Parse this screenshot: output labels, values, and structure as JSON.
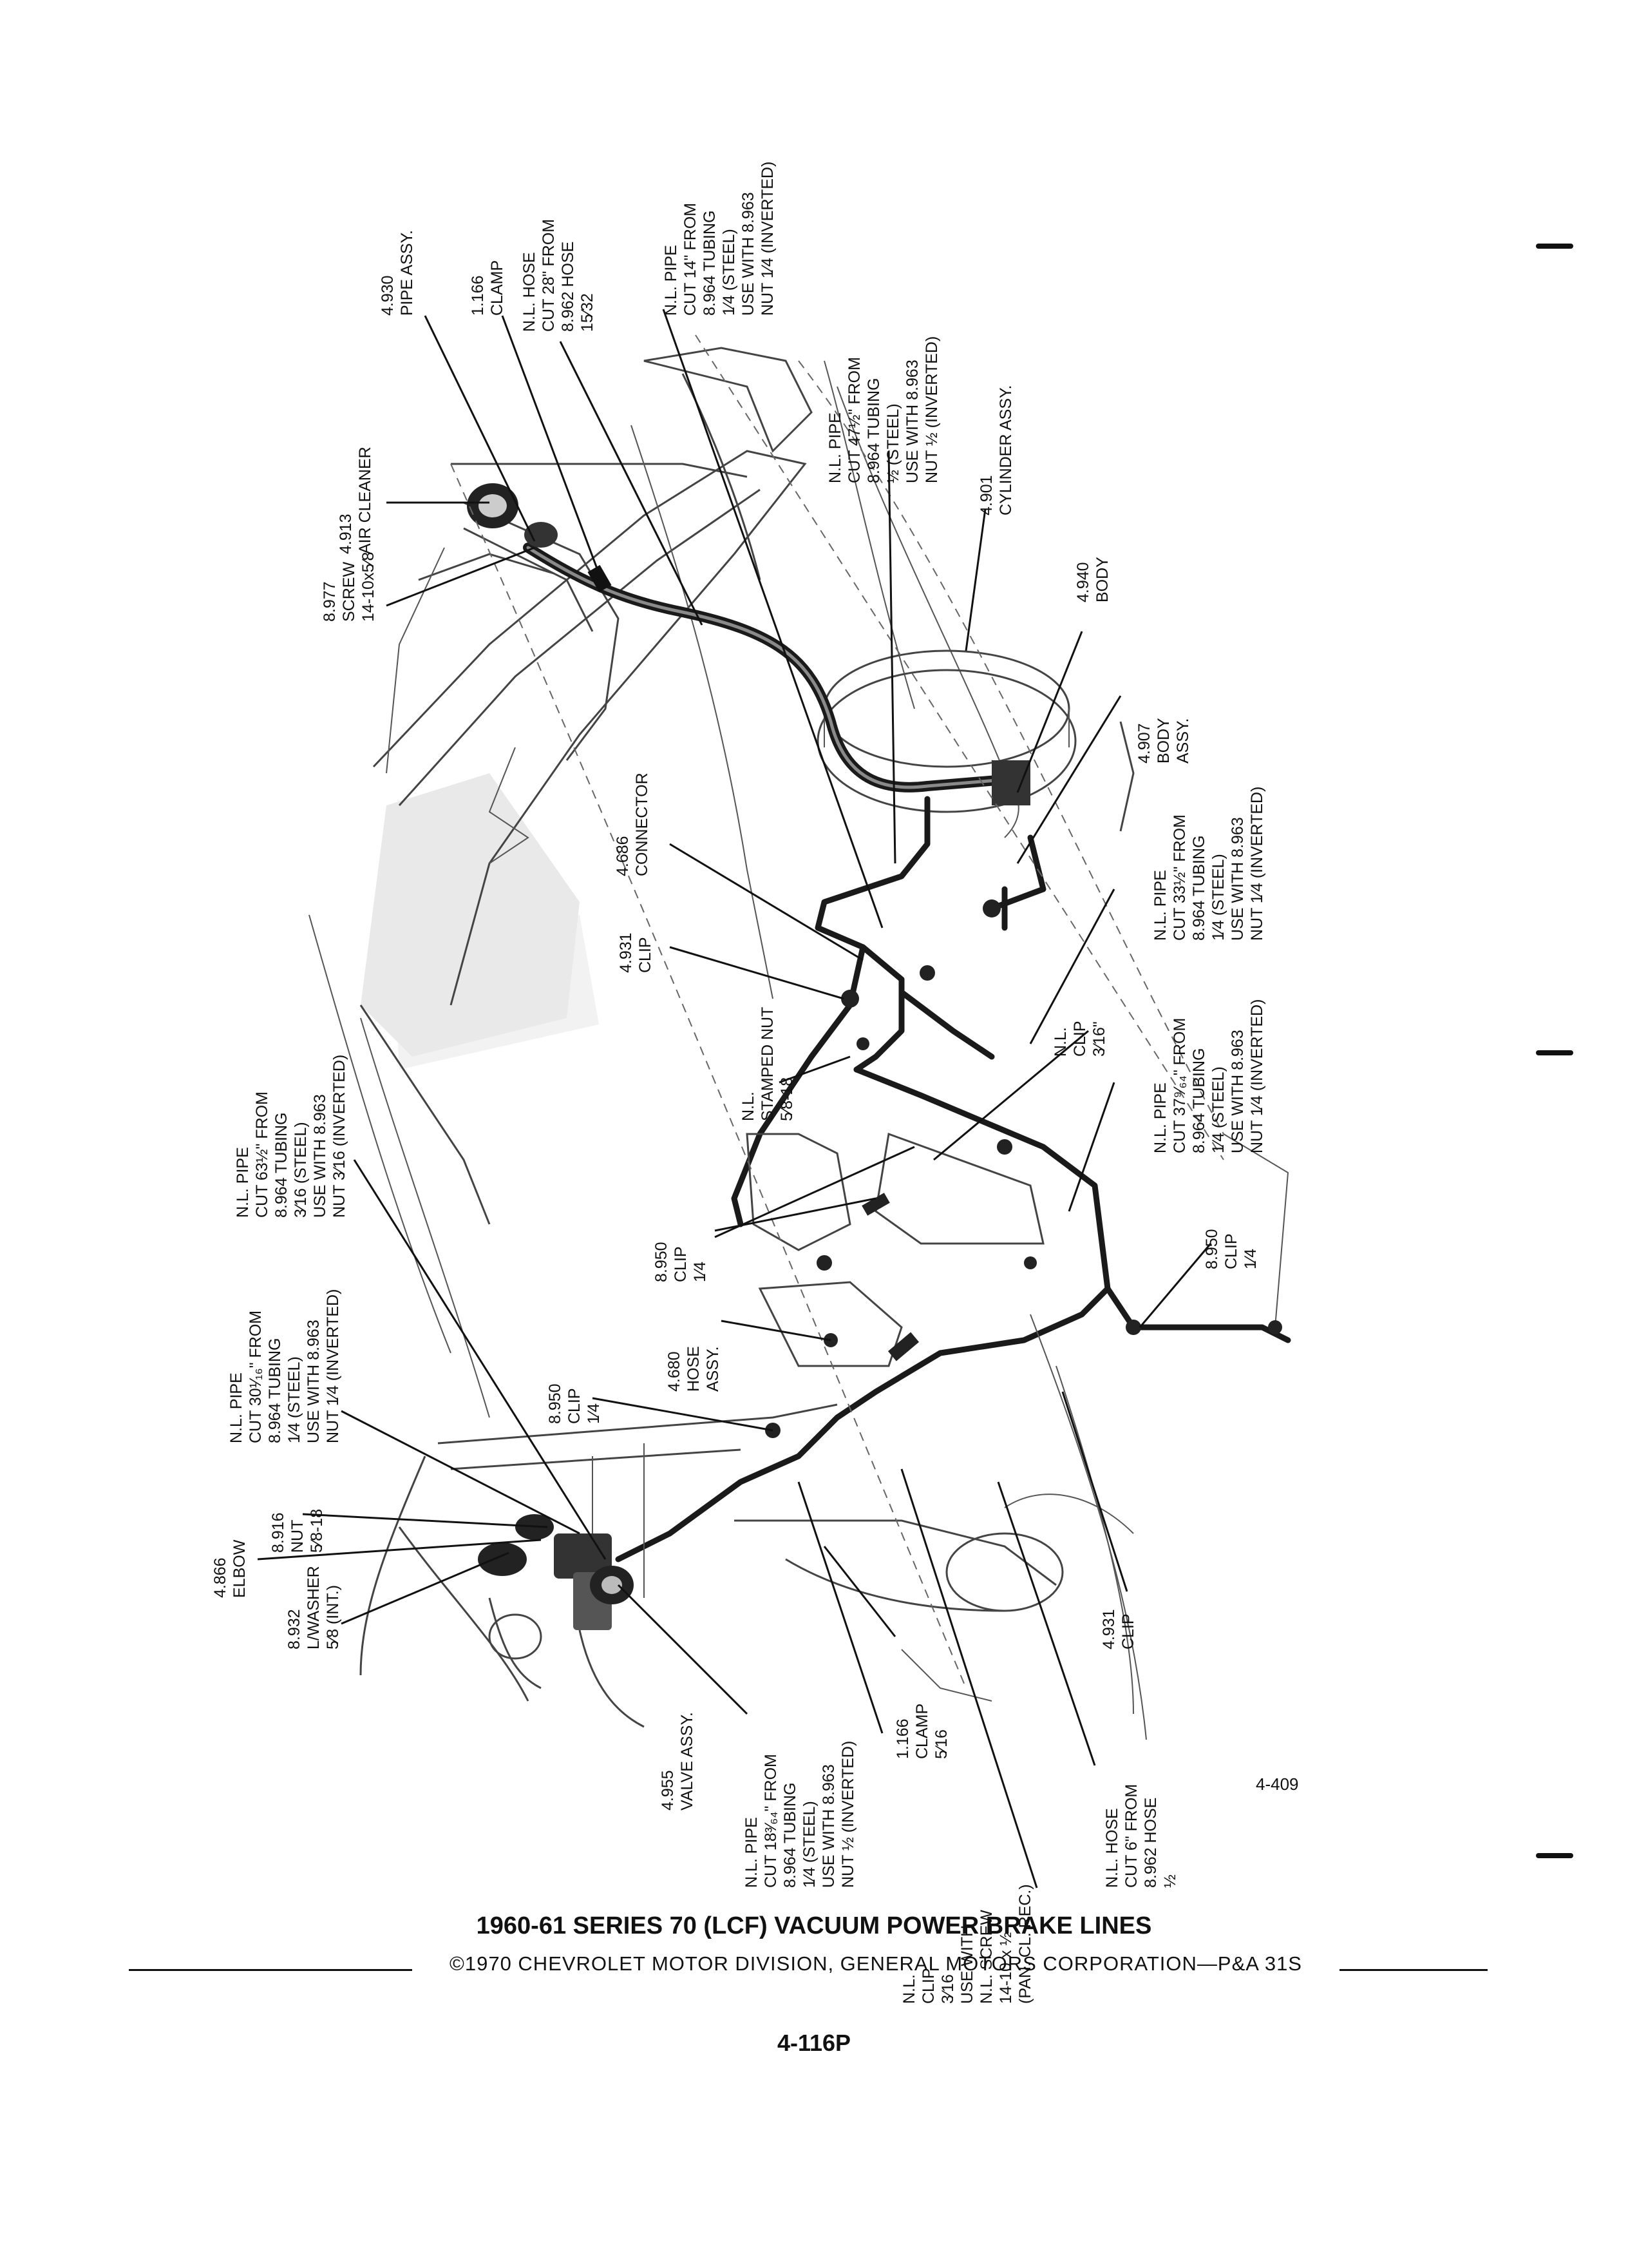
{
  "figure": {
    "title": "1960-61 SERIES 70 (LCF) VACUUM POWER BRAKE LINES",
    "copyright": "©1970 CHEVROLET MOTOR DIVISION, GENERAL MOTORS CORPORATION—P&A 31S",
    "page_number": "4-116P",
    "figure_ref": "4-409"
  },
  "callouts": [
    {
      "id": "pipe-assy",
      "lines": [
        "4.930",
        "PIPE ASSY."
      ]
    },
    {
      "id": "clamp-top",
      "lines": [
        "1.166",
        "CLAMP"
      ]
    },
    {
      "id": "hose-28",
      "lines": [
        "N.L. HOSE",
        "CUT 28\" FROM",
        "8.962 HOSE",
        "15⁄32"
      ]
    },
    {
      "id": "pipe-14",
      "lines": [
        "N.L. PIPE",
        "CUT 14\" FROM",
        "8.964 TUBING",
        "1⁄4 (STEEL)",
        "USE WITH 8.963",
        "NUT 1⁄4 (INVERTED)"
      ]
    },
    {
      "id": "air-cleaner",
      "lines": [
        "4.913",
        "AIR CLEANER"
      ]
    },
    {
      "id": "screw-top",
      "lines": [
        "8.977",
        "SCREW",
        "14-10x5⁄8"
      ]
    },
    {
      "id": "pipe-47",
      "lines": [
        "N.L. PIPE",
        "CUT 47½\" FROM",
        "8.964 TUBING",
        "½ (STEEL)",
        "USE WITH 8.963",
        "NUT ½ (INVERTED)"
      ]
    },
    {
      "id": "cylinder-assy",
      "lines": [
        "4.901",
        "CYLINDER ASSY."
      ]
    },
    {
      "id": "body-4940",
      "lines": [
        "4.940",
        "BODY"
      ]
    },
    {
      "id": "body-assy",
      "lines": [
        "4.907",
        "BODY",
        "ASSY."
      ]
    },
    {
      "id": "connector",
      "lines": [
        "4.686",
        "CONNECTOR"
      ]
    },
    {
      "id": "clip-4931-top",
      "lines": [
        "4.931",
        "CLIP"
      ]
    },
    {
      "id": "pipe-33",
      "lines": [
        "N.L. PIPE",
        "CUT 33½\" FROM",
        "8.964 TUBING",
        "1⁄4 (STEEL)",
        "USE WITH 8.963",
        "NUT 1⁄4 (INVERTED)"
      ]
    },
    {
      "id": "clip-316",
      "lines": [
        "N.L.",
        "CLIP",
        "3⁄16\""
      ]
    },
    {
      "id": "stamped-nut",
      "lines": [
        "N.L.",
        "STAMPED NUT",
        "5⁄8-18"
      ]
    },
    {
      "id": "pipe-63",
      "lines": [
        "N.L. PIPE",
        "CUT 63½\" FROM",
        "8.964 TUBING",
        "3⁄16 (STEEL)",
        "USE WITH 8.963",
        "NUT 3⁄16 (INVERTED)"
      ]
    },
    {
      "id": "clip-8950-a",
      "lines": [
        "8.950",
        "CLIP",
        "1⁄4"
      ]
    },
    {
      "id": "pipe-37",
      "lines": [
        "N.L. PIPE",
        "CUT 37⁹⁄₆₄\" FROM",
        "8.964 TUBING",
        "1⁄4 (STEEL)",
        "USE WITH 8.963",
        "NUT 1⁄4 (INVERTED)"
      ]
    },
    {
      "id": "clip-8950-b",
      "lines": [
        "8.950",
        "CLIP",
        "1⁄4"
      ]
    },
    {
      "id": "pipe-30",
      "lines": [
        "N.L. PIPE",
        "CUT 30¹⁄₁₆\" FROM",
        "8.964 TUBING",
        "1⁄4 (STEEL)",
        "USE WITH 8.963",
        "NUT 1⁄4 (INVERTED)"
      ]
    },
    {
      "id": "clip-8950-c",
      "lines": [
        "8.950",
        "CLIP",
        "1⁄4"
      ]
    },
    {
      "id": "hose-assy",
      "lines": [
        "4.680",
        "HOSE",
        "ASSY."
      ]
    },
    {
      "id": "nut-8916",
      "lines": [
        "8.916",
        "NUT",
        "5⁄8-18"
      ]
    },
    {
      "id": "elbow",
      "lines": [
        "4.866",
        "ELBOW"
      ]
    },
    {
      "id": "lwasher",
      "lines": [
        "8.932",
        "L/WASHER",
        "5⁄8 (INT.)"
      ]
    },
    {
      "id": "valve-assy",
      "lines": [
        "4.955",
        "VALVE ASSY."
      ]
    },
    {
      "id": "pipe-18",
      "lines": [
        "N.L. PIPE",
        "CUT 18³⁄₆₄\" FROM",
        "8.964 TUBING",
        "1⁄4 (STEEL)",
        "USE WITH 8.963",
        "NUT ½ (INVERTED)"
      ]
    },
    {
      "id": "clamp-bottom",
      "lines": [
        "1.166",
        "CLAMP",
        "5⁄16"
      ]
    },
    {
      "id": "clip-screw",
      "lines": [
        "N.L.",
        "CLIP",
        "3⁄16",
        "USE WITH",
        "N.L. SCREW",
        "14-10 x ½",
        "(PAN. CL. REC.)"
      ]
    },
    {
      "id": "hose-6",
      "lines": [
        "N.L. HOSE",
        "CUT 6\" FROM",
        "8.962 HOSE",
        "½"
      ]
    },
    {
      "id": "clip-4931-bottom",
      "lines": [
        "4.931",
        "CLIP"
      ]
    }
  ]
}
